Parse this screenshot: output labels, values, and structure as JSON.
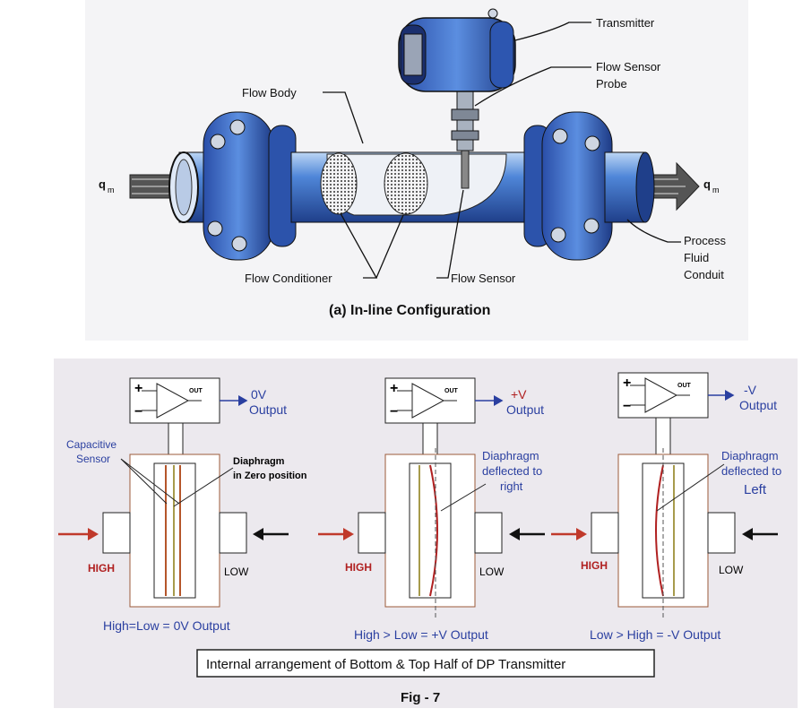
{
  "top": {
    "labels": {
      "transmitter": "Transmitter",
      "flow_sensor_probe_1": "Flow Sensor",
      "flow_sensor_probe_2": "Probe",
      "flow_body": "Flow Body",
      "qm_left": "q",
      "qm_left_sub": "m",
      "qm_right": "q",
      "qm_right_sub": "m",
      "process_1": "Process",
      "process_2": "Fluid",
      "process_3": "Conduit",
      "flow_conditioner": "Flow Conditioner",
      "flow_sensor": "Flow Sensor",
      "caption": "(a) In-line Configuration"
    }
  },
  "bottom": {
    "panels": [
      {
        "output_value": "0V",
        "output_word": "Output",
        "left_note_1": "Capacitive",
        "left_note_2": "Sensor",
        "right_note_1": "Diaphragm",
        "right_note_2": "in Zero position",
        "high": "HIGH",
        "low": "LOW",
        "result": "High=Low = 0V Output"
      },
      {
        "output_value": "+V",
        "output_word": "Output",
        "right_note_1": "Diaphragm",
        "right_note_2": "deflected to",
        "right_note_3": "right",
        "high": "HIGH",
        "low": "LOW",
        "result": "High > Low = +V Output"
      },
      {
        "output_value": "-V",
        "output_word": "Output",
        "right_note_1": "Diaphragm",
        "right_note_2": "deflected to",
        "right_note_3": "Left",
        "high": "HIGH",
        "low": "LOW",
        "result": "Low > High = -V Output"
      }
    ],
    "amp_out": "OUT",
    "amp_plus": "+",
    "amp_minus": "−",
    "box_caption": "Internal arrangement of Bottom & Top Half of DP Transmitter",
    "fig_label": "Fig - 7"
  },
  "colors": {
    "pipe_blue": "#3a6fc8",
    "dark_navy": "#1a2350",
    "diagram_blue": "#2a3fa0",
    "arrow_red": "#c0392b",
    "capsule_brown": "#9b5a3a"
  }
}
